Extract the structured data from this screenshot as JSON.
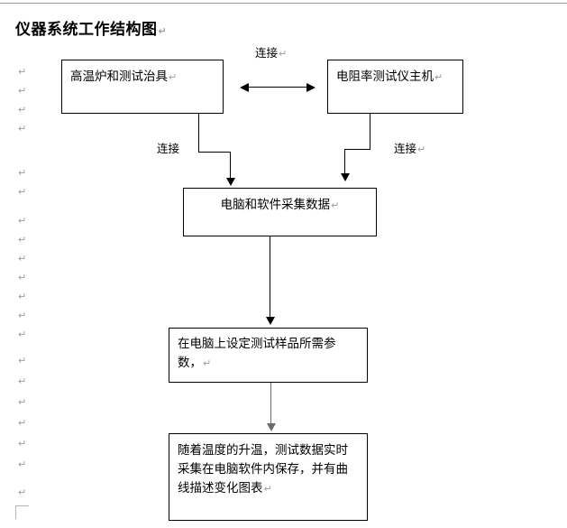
{
  "document": {
    "title": "仪器系统工作结构图",
    "pilcrow_glyph": "↵"
  },
  "boxes": [
    {
      "id": "furnace",
      "text": "高温炉和测试治具"
    },
    {
      "id": "meter",
      "text": "电阻率测试仪主机"
    },
    {
      "id": "acquire",
      "text": "电脑和软件采集数据"
    },
    {
      "id": "params",
      "text": "在电脑上设定测试样品所需参数，"
    },
    {
      "id": "record",
      "text": "随着温度的升温，测试数据实时采集在电脑软件内保存，并有曲线描述变化图表"
    }
  ],
  "connector_labels": {
    "top_middle": "连接",
    "left": "连接",
    "right": "连接"
  },
  "colors": {
    "line": "#000000",
    "gray_line": "#6b6b6b",
    "mark": "#9d9d9d",
    "rule": "#9a9a9a",
    "background": "#ffffff"
  }
}
